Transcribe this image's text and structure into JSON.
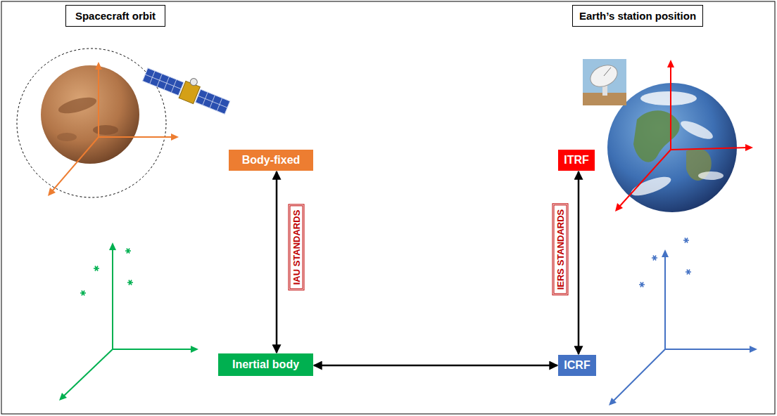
{
  "diagram": {
    "nodes": [
      {
        "text": [
          "Spacecraft orbit"
        ]
      },
      {
        "text": [
          "Earth’s station position"
        ]
      },
      {
        "text": [
          "Body-fixed"
        ]
      },
      {
        "text": [
          "ITRF"
        ]
      },
      {
        "text": [
          "Inertial body"
        ]
      },
      {
        "text": [
          "ICRF"
        ]
      }
    ],
    "edges": [
      {
        "from": 2,
        "to": 4,
        "label": "IAU STANDARDS",
        "arrow": "both"
      },
      {
        "from": 3,
        "to": 5,
        "label": "IERS STANDARDS",
        "arrow": "both"
      },
      {
        "from": 4,
        "to": 5,
        "arrow": "both"
      }
    ]
  }
}
